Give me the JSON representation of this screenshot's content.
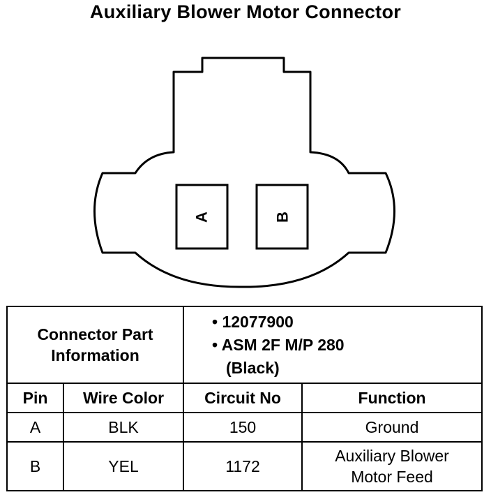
{
  "title": "Auxiliary Blower Motor Connector",
  "connector": {
    "pins": [
      {
        "label": "A"
      },
      {
        "label": "B"
      }
    ]
  },
  "part_info": {
    "label_line1": "Connector Part",
    "label_line2": "Information",
    "items": [
      "• 12077900",
      "• ASM 2F M/P 280",
      "(Black)"
    ]
  },
  "table": {
    "headers": [
      "Pin",
      "Wire Color",
      "Circuit No",
      "Function"
    ],
    "rows": [
      {
        "pin": "A",
        "wire_color": "BLK",
        "circuit": "150",
        "function_line1": "Ground",
        "function_line2": ""
      },
      {
        "pin": "B",
        "wire_color": "YEL",
        "circuit": "1172",
        "function_line1": "Auxiliary Blower",
        "function_line2": "Motor Feed"
      }
    ]
  }
}
